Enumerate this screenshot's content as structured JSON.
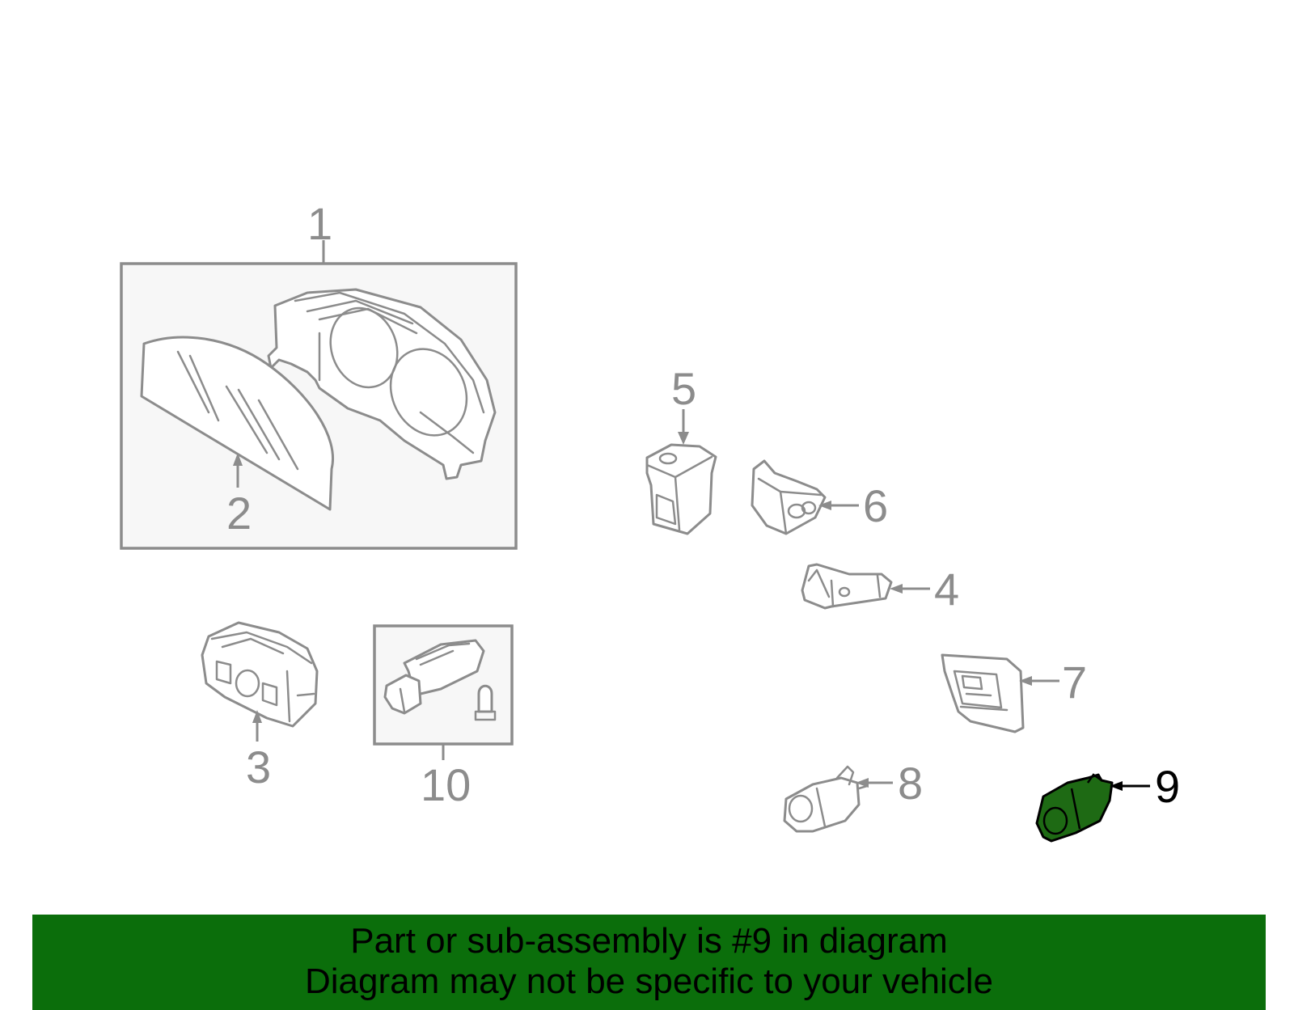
{
  "callouts": [
    {
      "number": "1"
    },
    {
      "number": "2"
    },
    {
      "number": "3"
    },
    {
      "number": "4"
    },
    {
      "number": "5"
    },
    {
      "number": "6"
    },
    {
      "number": "7"
    },
    {
      "number": "8"
    },
    {
      "number": "9"
    },
    {
      "number": "10"
    }
  ],
  "highlighted_part": "9",
  "colors": {
    "highlight": "#1e6a14",
    "banner": "#0b6e0b",
    "line_art": "#8c8c8c"
  },
  "banner": {
    "line1": "Part or sub-assembly is #9 in diagram",
    "line2": "Diagram may not be specific to your vehicle"
  }
}
